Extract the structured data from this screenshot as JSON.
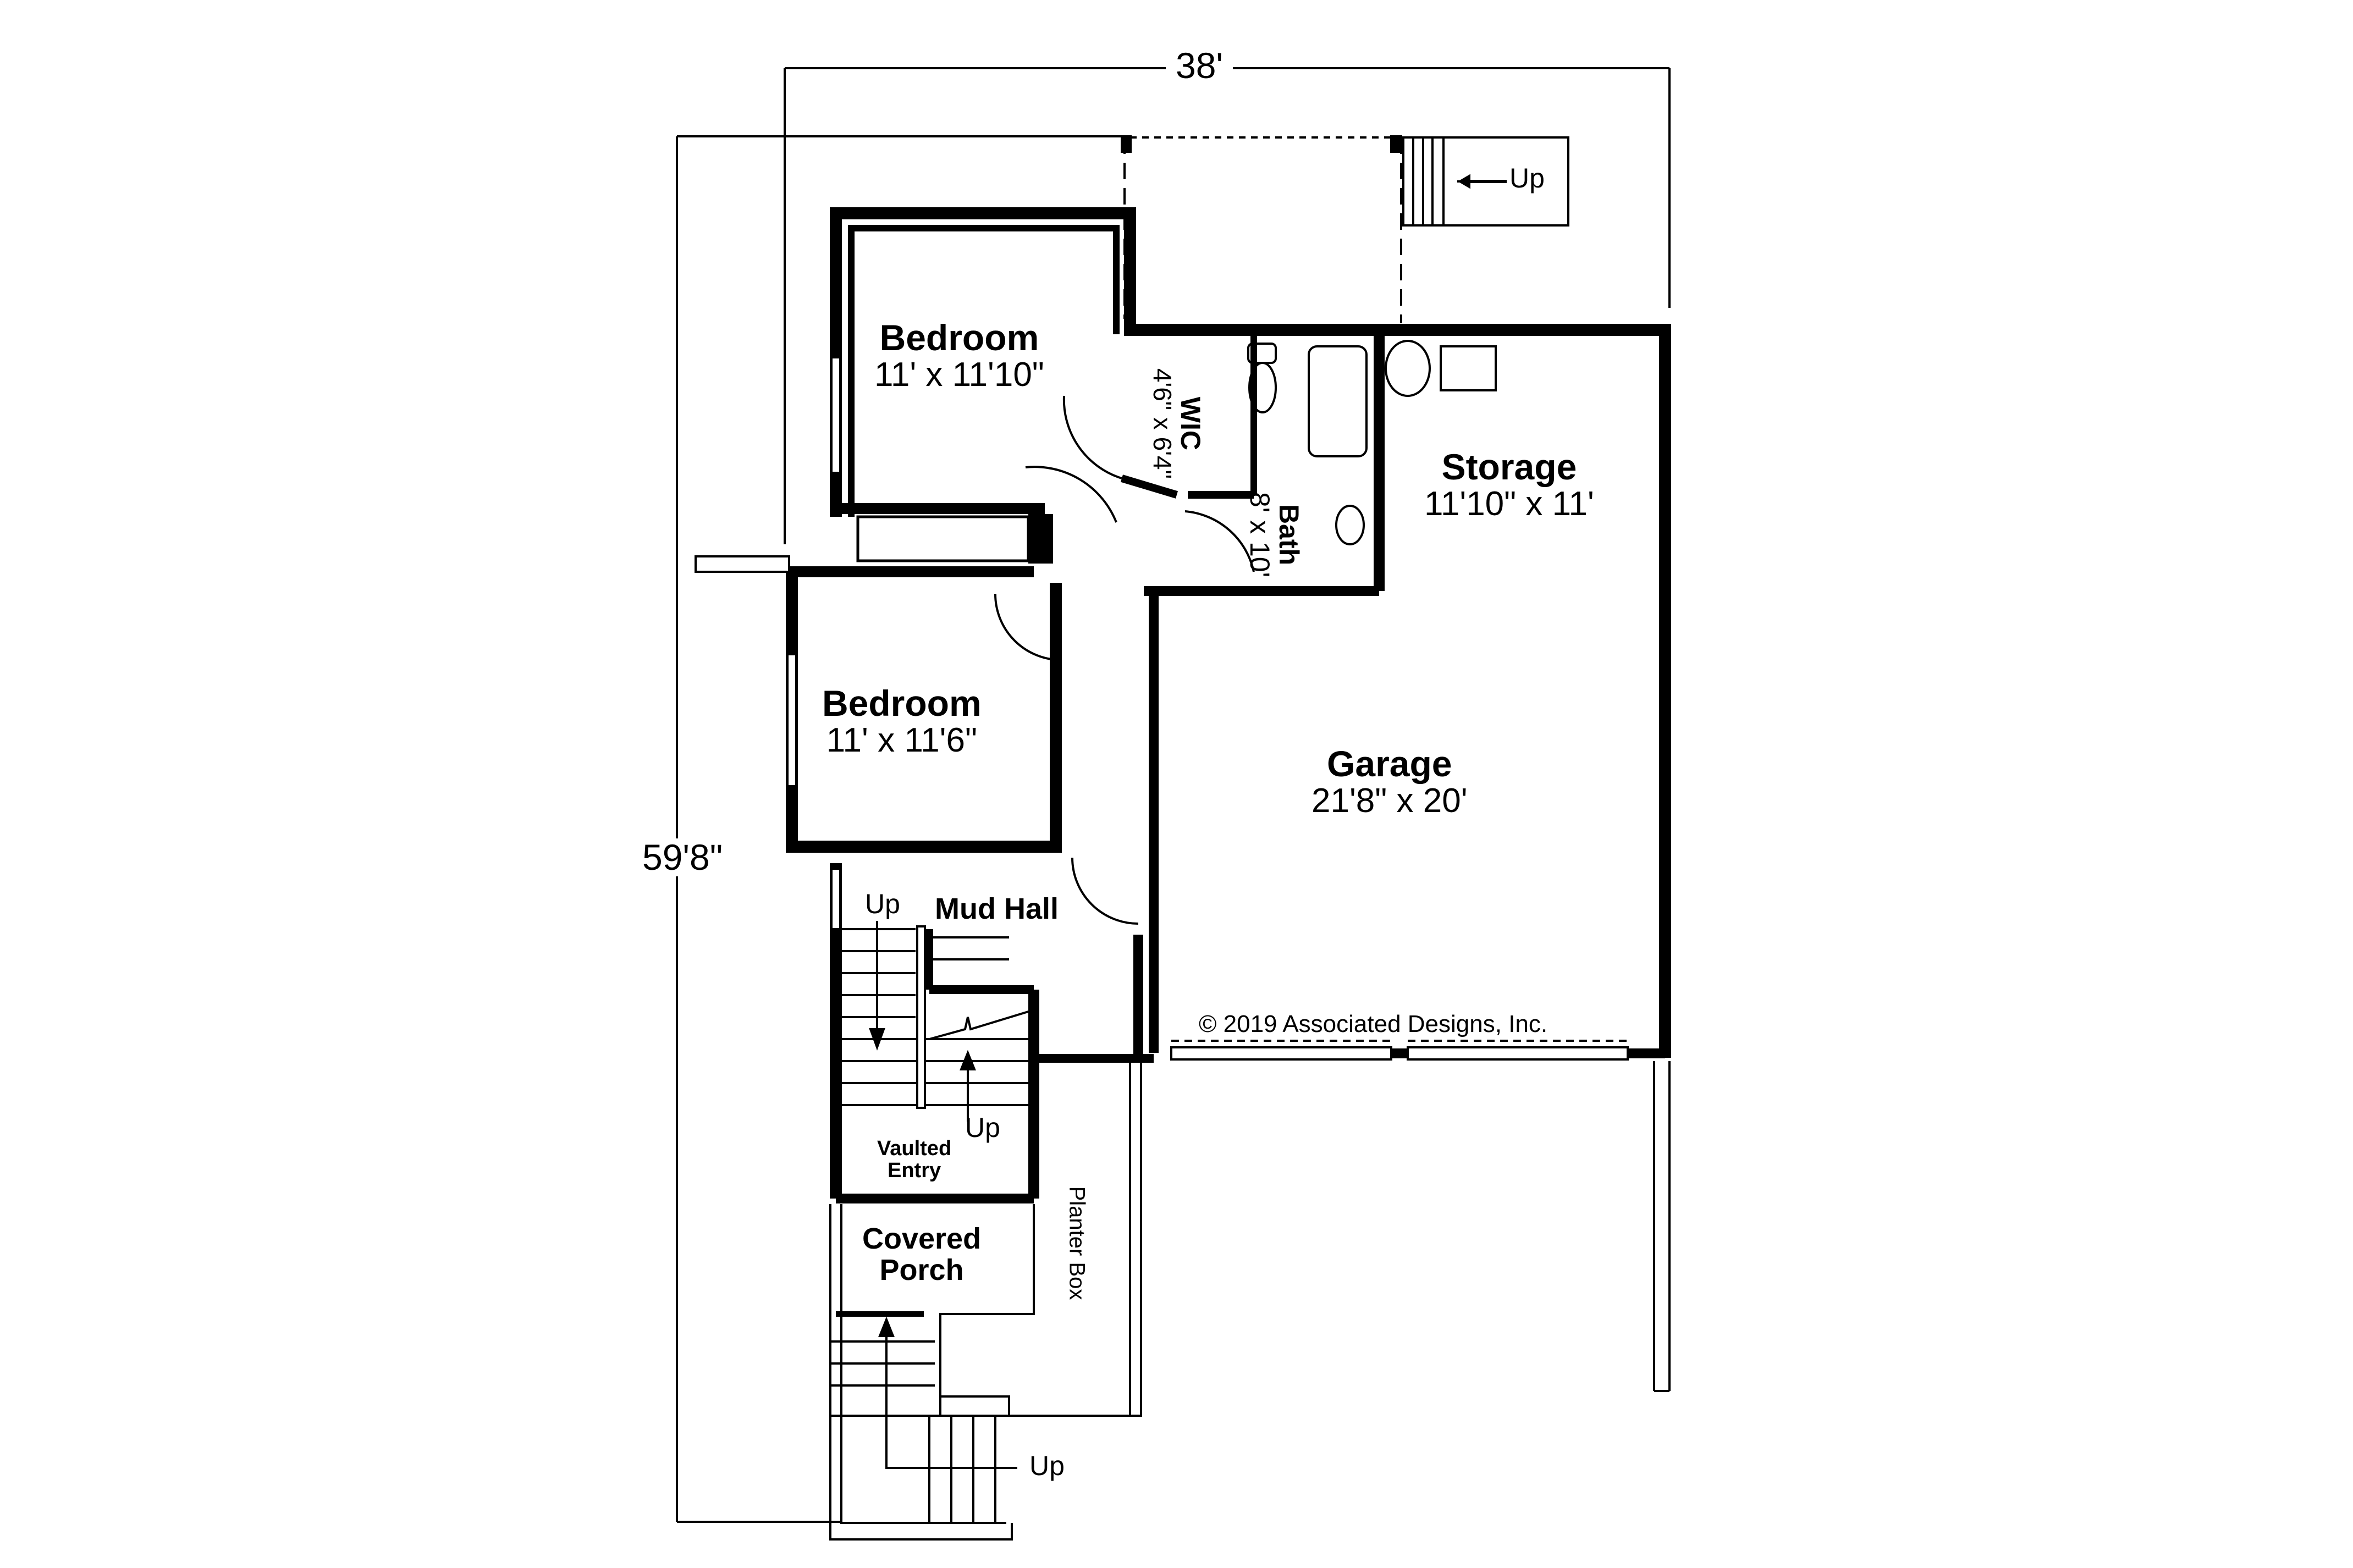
{
  "plan": {
    "overall_width": "38'",
    "overall_depth": "59'8\"",
    "copyright": "© 2019 Associated Designs, Inc.",
    "colors": {
      "wall": "#000000",
      "background": "#ffffff"
    }
  },
  "rooms": {
    "bedroom_upper": {
      "name": "Bedroom",
      "dims": "11' x 11'10\""
    },
    "wic": {
      "name": "WIC",
      "dims": "4'6\" x 6'4\""
    },
    "bath": {
      "name": "Bath",
      "dims": "8' x 10'"
    },
    "storage": {
      "name": "Storage",
      "dims": "11'10\" x 11'"
    },
    "bedroom_lower": {
      "name": "Bedroom",
      "dims": "11' x 11'6\""
    },
    "garage": {
      "name": "Garage",
      "dims": "21'8\" x 20'"
    },
    "mud_hall": {
      "name": "Mud Hall"
    },
    "vaulted_entry": {
      "line1": "Vaulted",
      "line2": "Entry"
    },
    "covered_porch": {
      "line1": "Covered",
      "line2": "Porch"
    },
    "planter_box": {
      "name": "Planter Box"
    }
  },
  "stairs": {
    "top_right": "Up",
    "mud_hall_down": "Up",
    "entry_up": "Up",
    "porch_up": "Up"
  }
}
